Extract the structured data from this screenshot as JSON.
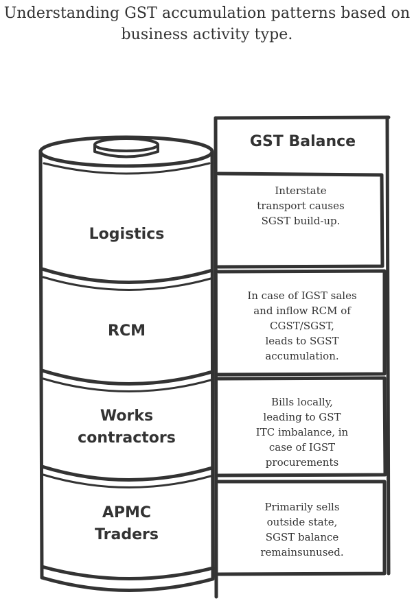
{
  "title": {
    "line1": "Understanding GST accumulation patterns based on",
    "line2": "business activity type."
  },
  "header": {
    "label": "GST Balance"
  },
  "segments": [
    {
      "label_lines": [
        "Logistics"
      ],
      "description": [
        "Interstate",
        "transport causes",
        "SGST build-up."
      ]
    },
    {
      "label_lines": [
        "RCM"
      ],
      "description": [
        "In case of IGST sales",
        "and inflow RCM of",
        "CGST/SGST,",
        "leads to SGST",
        "accumulation."
      ]
    },
    {
      "label_lines": [
        "Works",
        "contractors"
      ],
      "description": [
        "Bills locally,",
        "leading to GST",
        "ITC imbalance, in",
        "case of IGST",
        "procurements"
      ]
    },
    {
      "label_lines": [
        "APMC",
        "Traders"
      ],
      "description": [
        "Primarily sells",
        "outside state,",
        "SGST balance",
        "remainsunused."
      ]
    }
  ],
  "colors": {
    "stroke": "#333333",
    "background": "#ffffff"
  }
}
